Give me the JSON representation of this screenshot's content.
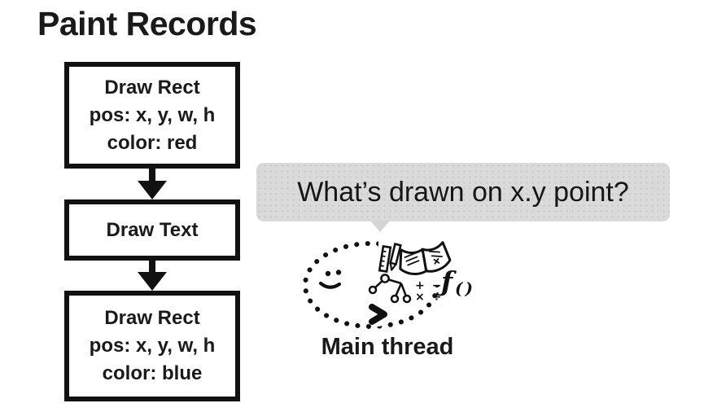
{
  "title": "Paint Records",
  "flowchart": {
    "boxes": [
      {
        "lines": [
          "Draw Rect",
          "pos: x, y, w, h",
          "color: red"
        ]
      },
      {
        "lines": [
          "Draw Text"
        ]
      },
      {
        "lines": [
          "Draw Rect",
          "pos: x, y, w, h",
          "color: blue"
        ]
      }
    ]
  },
  "speech_bubble": {
    "text": "What’s drawn on x.y point?"
  },
  "main_thread": {
    "label": "Main thread",
    "math_row_1": "+ −",
    "math_row_2": "× ÷",
    "function_f": "ƒ",
    "function_parens": "()"
  },
  "colors": {
    "ink": "#1a1a1a",
    "bubble_bg": "#dadada",
    "background": "#ffffff"
  }
}
